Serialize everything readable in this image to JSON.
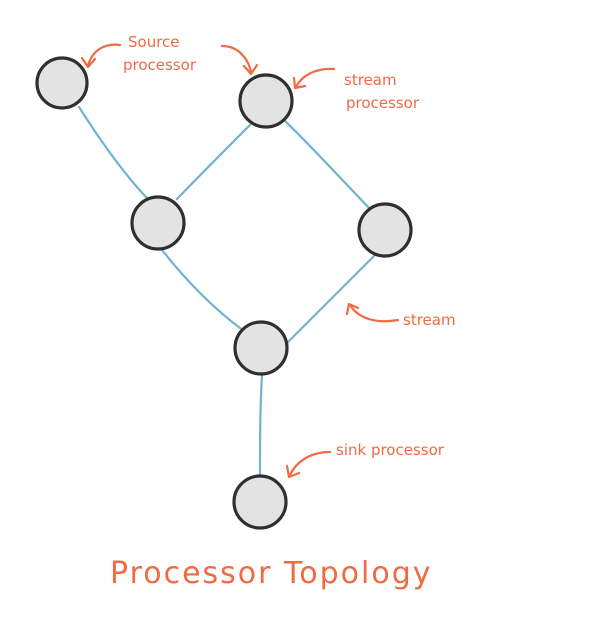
{
  "diagram": {
    "title": "Processor Topology",
    "labels": {
      "source": [
        "Source",
        "processor"
      ],
      "stream_processor": [
        "stream",
        "processor"
      ],
      "stream": "stream",
      "sink": "sink processor"
    }
  },
  "colors": {
    "accent": "#f06a43",
    "edge": "#6fb3cf",
    "node_fill": "#e3e3e3",
    "node_stroke": "#2f2f2f"
  }
}
